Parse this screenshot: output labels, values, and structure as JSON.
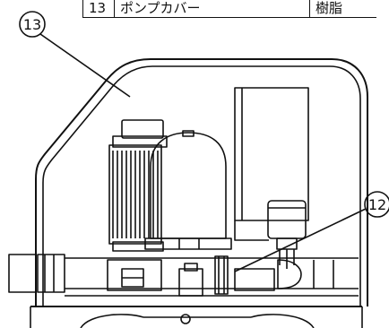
{
  "parts_table": {
    "rows": [
      {
        "number": "13",
        "name": "ポンプカバー",
        "material": "樹脂"
      }
    ]
  },
  "callouts": [
    {
      "label": "13"
    },
    {
      "label": "12"
    }
  ]
}
